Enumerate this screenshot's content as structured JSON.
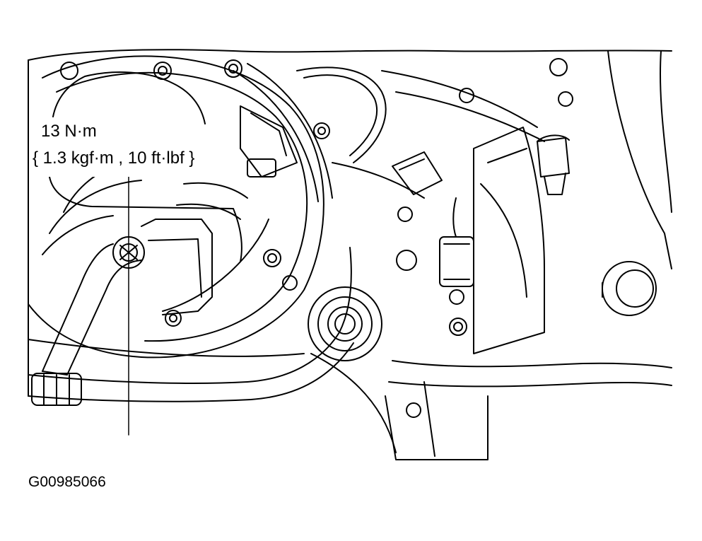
{
  "callout": {
    "torque": "13 N·m",
    "torque_alt": "{ 1.3 kgf·m , 10 ft·lbf }"
  },
  "figure": {
    "code": "G00985066"
  }
}
